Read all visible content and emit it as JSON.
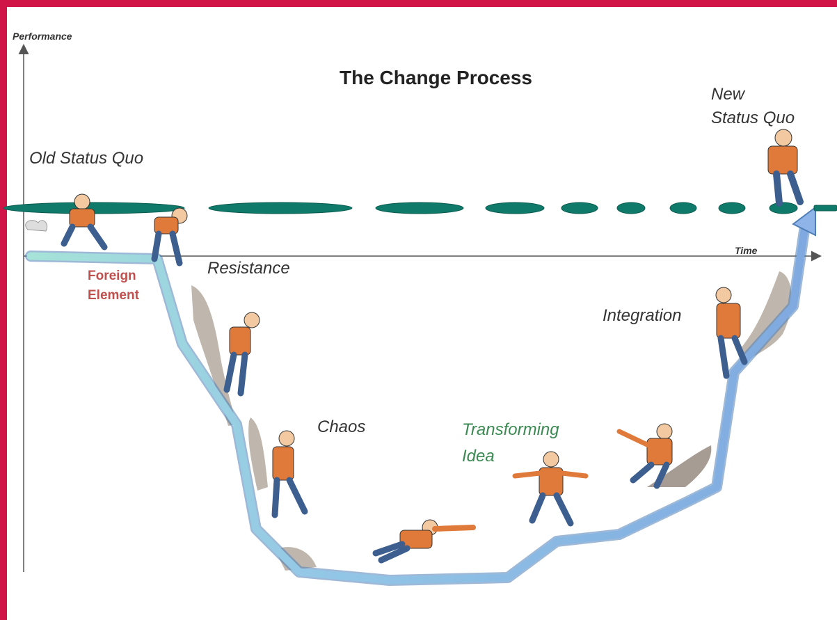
{
  "title": "The Change Process",
  "axes": {
    "y_label": "Performance",
    "x_label": "Time"
  },
  "labels": {
    "old_status_quo": "Old Status Quo",
    "new_status_quo_line1": "New",
    "new_status_quo_line2": "Status Quo",
    "foreign_element_line1": "Foreign",
    "foreign_element_line2": "Element",
    "resistance": "Resistance",
    "chaos": "Chaos",
    "transforming_idea_line1": "Transforming",
    "transforming_idea_line2": "Idea",
    "integration": "Integration"
  },
  "colors": {
    "frame": "#d01447",
    "dashes": "#0f7a6a",
    "arrow_start": "#a6e3d8",
    "arrow_end": "#7fa9e0",
    "foreign_element": "#c0504d",
    "transforming_idea": "#3a8a52",
    "figure_shirt": "#e07a3a",
    "figure_pants": "#3d5f8f"
  },
  "stages": [
    "Old Status Quo",
    "Resistance",
    "Chaos",
    "Transforming Idea",
    "Integration",
    "New Status Quo"
  ]
}
